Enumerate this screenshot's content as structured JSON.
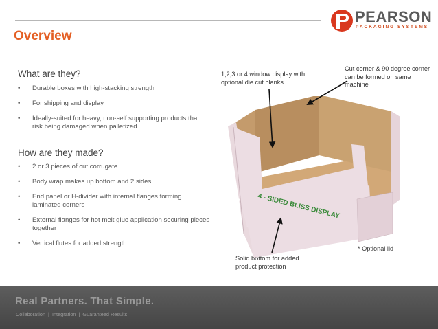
{
  "header": {
    "logo_word": "PEARSON",
    "logo_sub": "PACKAGING SYSTEMS",
    "title": "Overview"
  },
  "section1": {
    "heading": "What are they?",
    "bullets": [
      "Durable boxes with high-stacking strength",
      "For shipping and display",
      "Ideally-suited for heavy, non-self supporting products that risk being damaged when palletized"
    ]
  },
  "section2": {
    "heading": "How are they made?",
    "bullets": [
      "2 or 3 pieces of cut corrugate",
      "Body wrap makes up bottom and 2 sides",
      "End panel or H-divider with internal flanges forming laminated corners",
      "External flanges for hot melt glue application securing pieces together",
      "Vertical flutes for added strength"
    ]
  },
  "callouts": {
    "window": "1,2,3 or 4 window display with optional die cut blanks",
    "corner": "Cut corner & 90 degree corner can be formed on same machine",
    "bottom": "Solid bottom for added product protection",
    "lid": "* Optional lid"
  },
  "illustration": {
    "box_label": "4 - SIDED BLISS DISPLAY"
  },
  "footer": {
    "tagline": "Real Partners. That Simple.",
    "sub_items": [
      "Collaboration",
      "Integration",
      "Guaranteed Results"
    ],
    "separator": "|"
  },
  "colors": {
    "accent": "#e45f24",
    "logo_red": "#d9381e",
    "box_face": "#ecdde3",
    "corrugate": "#c39a6b",
    "footer_bg": "#4f4f4f"
  }
}
